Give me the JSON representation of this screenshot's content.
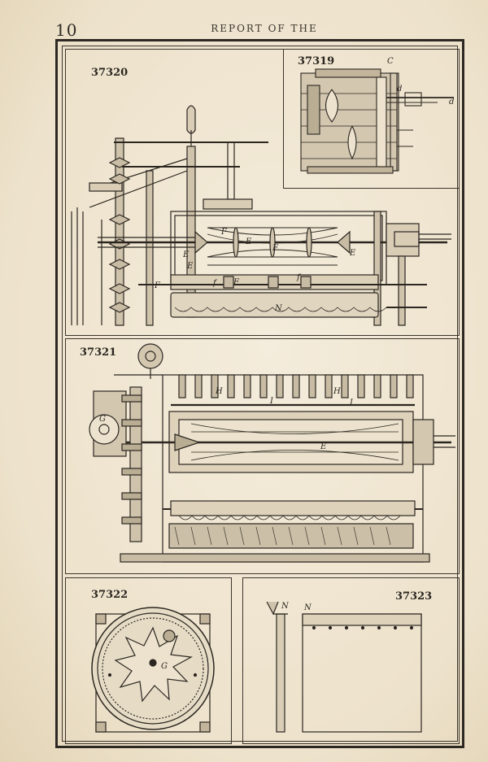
{
  "header": {
    "page_number": "10",
    "running_head": "REPORT OF THE"
  },
  "figures": [
    {
      "number": "37320",
      "labels": [
        "F",
        "E",
        "F",
        "E",
        "E",
        "F",
        "E",
        "F",
        "f",
        "F",
        "f",
        "N"
      ]
    },
    {
      "number": "37319",
      "labels": [
        "C",
        "d",
        "d"
      ]
    },
    {
      "number": "37321",
      "labels": [
        "H",
        "I",
        "H",
        "I",
        "G",
        "E"
      ]
    },
    {
      "number": "37322",
      "labels": [
        "G"
      ]
    },
    {
      "number": "37323",
      "labels": [
        "N",
        "N"
      ]
    }
  ],
  "colors": {
    "paper": "#efe6d3",
    "ink": "#2b2620"
  }
}
